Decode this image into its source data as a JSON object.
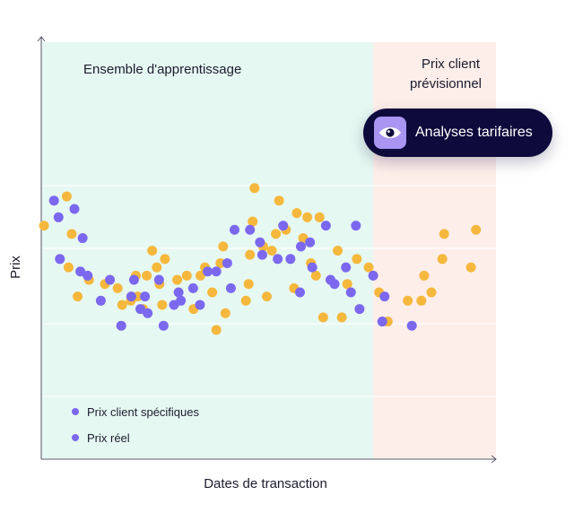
{
  "chart_data": {
    "type": "scatter",
    "title": "",
    "xlabel": "Dates de transaction",
    "ylabel": "Prix",
    "xlim": [
      0,
      100
    ],
    "ylim": [
      0,
      100
    ],
    "grid": false,
    "legend_position": "bottom-left",
    "regions": [
      {
        "label": "Ensemble d'apprentissage",
        "x_range": [
          0,
          73
        ],
        "color": "#e6f8f2"
      },
      {
        "label_lines": [
          "Prix client",
          "prévisionnel"
        ],
        "x_range": [
          73,
          100
        ],
        "color": "#fdeeea"
      }
    ],
    "legend": [
      {
        "label": "Prix client spécifiques",
        "color": "#7b68ee"
      },
      {
        "label": "Prix réel",
        "color": "#7b68ee"
      }
    ],
    "series": [
      {
        "color": "#f5b83d",
        "points": [
          [
            0.6,
            56
          ],
          [
            5.6,
            63
          ],
          [
            6.0,
            46
          ],
          [
            6.7,
            54
          ],
          [
            8.0,
            39
          ],
          [
            10.5,
            43
          ],
          [
            14.0,
            42
          ],
          [
            16.8,
            41
          ],
          [
            17.8,
            37
          ],
          [
            19.7,
            38
          ],
          [
            20.8,
            44
          ],
          [
            21.2,
            39
          ],
          [
            22.4,
            36
          ],
          [
            23.2,
            44
          ],
          [
            24.4,
            50
          ],
          [
            25.4,
            46
          ],
          [
            26.0,
            42
          ],
          [
            26.6,
            37
          ],
          [
            27.2,
            48
          ],
          [
            29.9,
            43
          ],
          [
            32.0,
            44
          ],
          [
            33.5,
            36
          ],
          [
            35.0,
            44
          ],
          [
            36.0,
            46
          ],
          [
            37.6,
            40
          ],
          [
            38.5,
            31
          ],
          [
            39.4,
            47
          ],
          [
            40.0,
            51
          ],
          [
            40.5,
            35
          ],
          [
            45.0,
            38
          ],
          [
            45.6,
            42
          ],
          [
            45.9,
            49
          ],
          [
            46.5,
            57
          ],
          [
            46.9,
            65
          ],
          [
            48.8,
            51
          ],
          [
            49.6,
            39
          ],
          [
            50.7,
            50
          ],
          [
            51.6,
            54
          ],
          [
            52.3,
            62
          ],
          [
            53.8,
            55
          ],
          [
            55.6,
            41
          ],
          [
            56.2,
            59
          ],
          [
            57.6,
            53
          ],
          [
            58.5,
            58
          ],
          [
            59.3,
            47
          ],
          [
            60.4,
            44
          ],
          [
            61.2,
            58
          ],
          [
            62.0,
            34
          ],
          [
            65.2,
            50
          ],
          [
            66.1,
            34
          ],
          [
            67.3,
            42
          ],
          [
            69.4,
            48
          ],
          [
            72.0,
            46
          ],
          [
            74.3,
            40
          ],
          [
            76.2,
            33
          ],
          [
            80.6,
            38
          ],
          [
            83.6,
            38
          ],
          [
            84.2,
            44
          ],
          [
            85.8,
            40
          ],
          [
            88.2,
            48
          ],
          [
            88.6,
            54
          ],
          [
            94.5,
            46
          ],
          [
            95.6,
            55
          ]
        ]
      },
      {
        "color": "#7b68ee",
        "points": [
          [
            2.8,
            62
          ],
          [
            3.8,
            58
          ],
          [
            4.1,
            48
          ],
          [
            7.3,
            60
          ],
          [
            8.6,
            45
          ],
          [
            9.1,
            53
          ],
          [
            10.2,
            44
          ],
          [
            13.1,
            38
          ],
          [
            15.1,
            43
          ],
          [
            17.6,
            32
          ],
          [
            19.8,
            39
          ],
          [
            20.4,
            43
          ],
          [
            21.8,
            36
          ],
          [
            22.8,
            39
          ],
          [
            23.4,
            35
          ],
          [
            25.9,
            43
          ],
          [
            26.9,
            32
          ],
          [
            29.2,
            37
          ],
          [
            30.2,
            40
          ],
          [
            30.7,
            38
          ],
          [
            33.4,
            41
          ],
          [
            34.9,
            37
          ],
          [
            36.6,
            45
          ],
          [
            38.5,
            45
          ],
          [
            40.9,
            47
          ],
          [
            41.7,
            41
          ],
          [
            42.5,
            55
          ],
          [
            45.9,
            55
          ],
          [
            48.1,
            52
          ],
          [
            48.6,
            49
          ],
          [
            52.0,
            48
          ],
          [
            53.2,
            56
          ],
          [
            54.8,
            48
          ],
          [
            56.9,
            40
          ],
          [
            57.1,
            51
          ],
          [
            59.1,
            52
          ],
          [
            59.6,
            46
          ],
          [
            62.6,
            56
          ],
          [
            63.6,
            43
          ],
          [
            64.5,
            42
          ],
          [
            67.0,
            46
          ],
          [
            68.1,
            40
          ],
          [
            69.2,
            56
          ],
          [
            70.0,
            36
          ],
          [
            73.0,
            44
          ],
          [
            75.0,
            33
          ],
          [
            75.5,
            39
          ],
          [
            81.5,
            32
          ]
        ]
      }
    ]
  },
  "badge": {
    "label": "Analyses tarifaires",
    "icon": "eye-icon"
  }
}
